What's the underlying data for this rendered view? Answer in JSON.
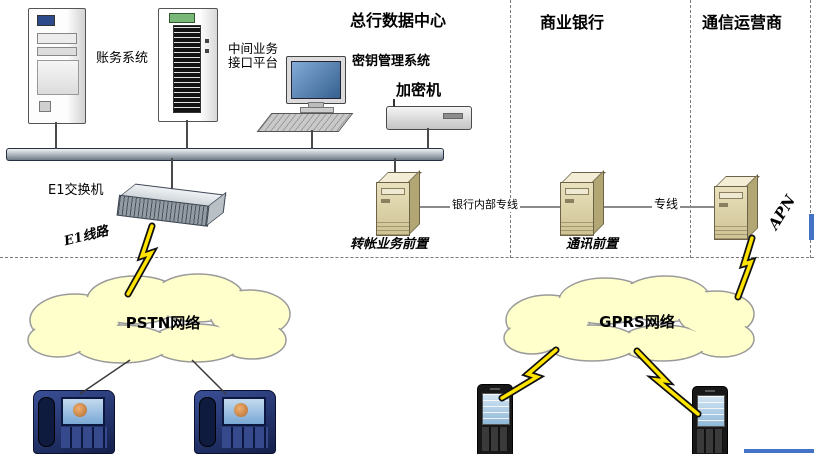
{
  "colors": {
    "cloud_fill": "#ffffcc",
    "cloud_stroke": "#9a9a9a",
    "bolt_yellow": "#ffe400",
    "server_beige": "#ddd3a4",
    "bus_gray": "#a9b2bb",
    "phone_navy": "#1a2a5e",
    "artifact_blue": "#4472c4"
  },
  "zones": {
    "head_office": "总行数据中心",
    "commercial_bank": "商业银行",
    "telecom_operator": "通信运营商"
  },
  "devices": {
    "accounting": "账务系统",
    "middleware_line1": "中间业务",
    "middleware_line2": "接口平台",
    "key_management": "密钥管理系统",
    "encryptor": "加密机",
    "e1_switch": "E1交换机"
  },
  "links": {
    "e1_line": "E1线路",
    "bank_internal": "银行内部专线",
    "leased": "专线"
  },
  "servers": {
    "transfer_front": "转帐业务前置",
    "comm_front": "通讯前置",
    "apn": "APN"
  },
  "clouds": {
    "pstn": "PSTN网络",
    "gprs": "GPRS网络"
  }
}
